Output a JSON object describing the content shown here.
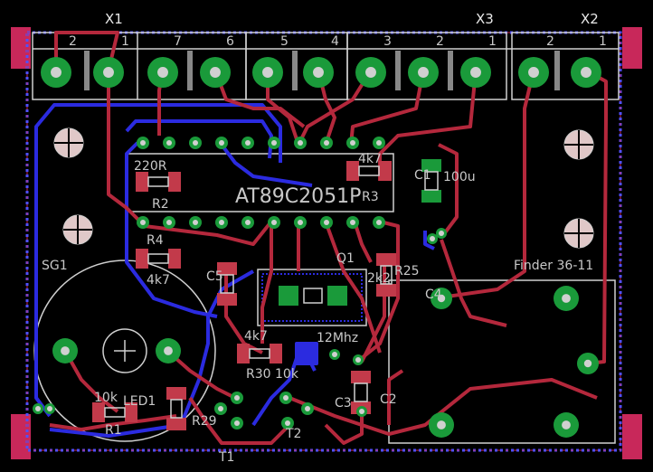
{
  "colors": {
    "background": "#000000",
    "outline": "#cfcfcf",
    "top_copper": "#b4283c",
    "bottom_copper": "#2b2be0",
    "pad_green": "#1a9a3a",
    "pad_hole": "#d0d0d0",
    "smd_pad": "#c23a4a",
    "silk": "#c8c8c8",
    "corner_pad": "#c8285a",
    "via": "#2aa52a"
  },
  "labels": {
    "x1": "X1",
    "x3": "X3",
    "x2": "X2",
    "r220": "220R",
    "r2": "R2",
    "r3": "R3",
    "r4": "R4",
    "r4k7a": "4k7",
    "r4k7b": "4k7",
    "r4k7c": "4k7",
    "r1": "R1",
    "r10k_a": "10k",
    "r10k_b": "10k",
    "r29": "R29",
    "r30": "R30",
    "r25": "R25",
    "r2k2": "2k2",
    "q1": "Q1",
    "sg1": "SG1",
    "led1": "LED1",
    "finder": "Finder 36-11",
    "mhz": "12Mhz",
    "ic": "AT89C2051P",
    "c1": "C1",
    "c2": "C2",
    "c3": "C3",
    "c4": "C4",
    "c5": "C5",
    "c1uf": "100u",
    "t1": "T1",
    "t2": "T2"
  },
  "terminals": {
    "x1_pins": [
      "2",
      "1",
      "7",
      "6"
    ],
    "mid_pins": [
      "5",
      "4"
    ],
    "x3_pins": [
      "3",
      "2",
      "1"
    ],
    "x2_pins": [
      "2",
      "1"
    ]
  }
}
